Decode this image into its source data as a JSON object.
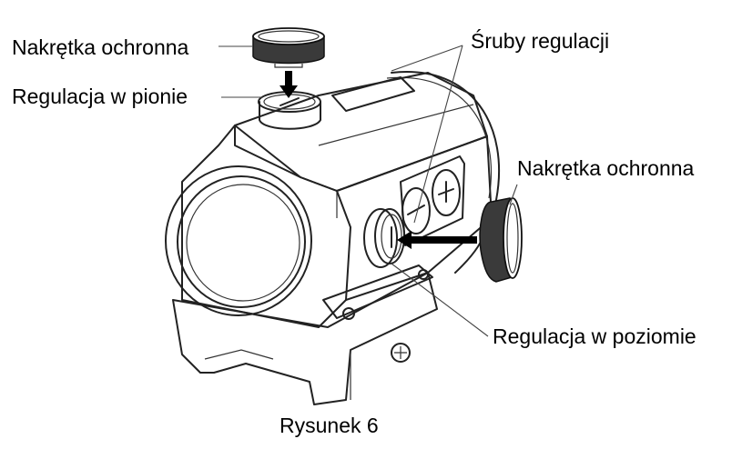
{
  "figure": {
    "title": "Rysunek 6",
    "subject": "red-dot-sight-adjustment-diagram",
    "callouts": {
      "top_cap": "Nakrętka ochronna",
      "vertical_adjustment": "Regulacja w pionie",
      "adjustment_screws": "Śruby regulacji",
      "side_cap": "Nakrętka ochronna",
      "horizontal_adjustment": "Regulacja w poziomie"
    },
    "button_symbols": {
      "minus": "−",
      "plus": "+"
    }
  }
}
